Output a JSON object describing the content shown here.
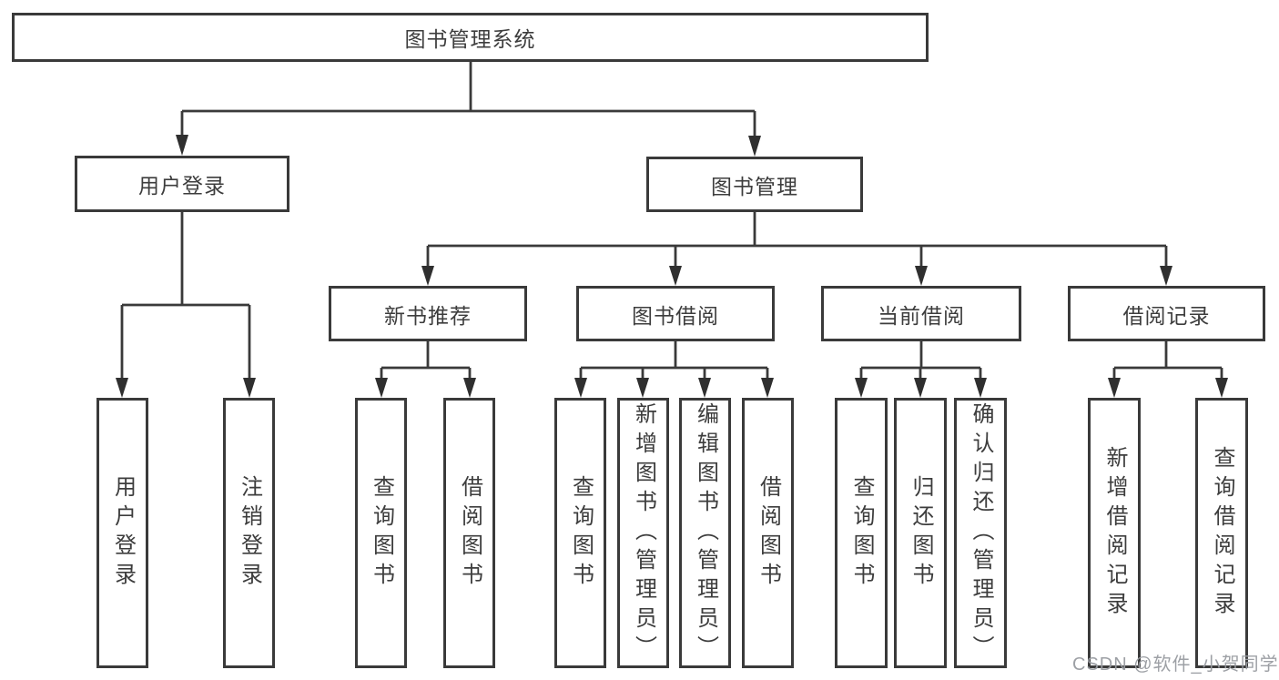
{
  "diagram": {
    "title": "图书管理系统",
    "root": {
      "label": "图书管理系统"
    },
    "level2": [
      {
        "id": "user-login",
        "label": "用户登录"
      },
      {
        "id": "book-management",
        "label": "图书管理"
      }
    ],
    "level3": [
      {
        "id": "new-book-recommend",
        "label": "新书推荐"
      },
      {
        "id": "book-borrow",
        "label": "图书借阅"
      },
      {
        "id": "current-borrow",
        "label": "当前借阅"
      },
      {
        "id": "borrow-records",
        "label": "借阅记录"
      }
    ],
    "leaves": {
      "user_login": [
        {
          "label": "用户登录"
        },
        {
          "label": "注销登录"
        }
      ],
      "new_book": [
        {
          "label": "查询图书"
        },
        {
          "label": "借阅图书"
        }
      ],
      "book_borrow": [
        {
          "label": "查询图书"
        },
        {
          "label": "新增图书（管理员）"
        },
        {
          "label": "编辑图书（管理员）"
        },
        {
          "label": "借阅图书"
        }
      ],
      "current_borrow": [
        {
          "label": "查询图书"
        },
        {
          "label": "归还图书"
        },
        {
          "label": "确认归还（管理员）"
        }
      ],
      "borrow_records": [
        {
          "label": "新增借阅记录"
        },
        {
          "label": "查询借阅记录"
        }
      ]
    }
  },
  "watermark": {
    "text": "CSDN @软件_小贺同学"
  },
  "colors": {
    "line": "#3a3a3a",
    "box_border": "#3a3a3a",
    "text": "#3d3d3d",
    "watermark": "#989ba0",
    "background": "#ffffff"
  }
}
